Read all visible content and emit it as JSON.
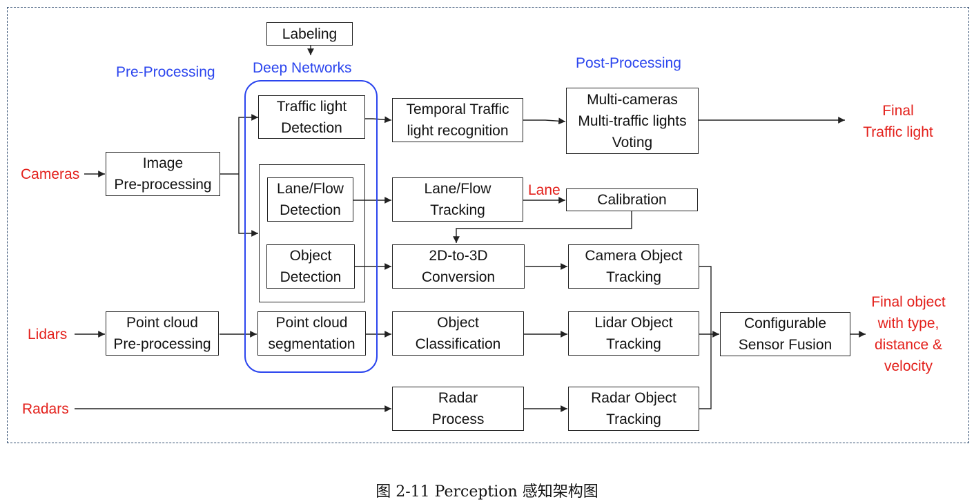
{
  "section_labels": {
    "pre_processing": "Pre-Processing",
    "deep_networks": "Deep Networks",
    "post_processing": "Post-Processing"
  },
  "inputs": {
    "cameras": "Cameras",
    "lidars": "Lidars",
    "radars": "Radars"
  },
  "outputs": {
    "final_traffic_light": "Final\nTraffic light",
    "final_object": "Final object\nwith type,\ndistance &\nvelocity",
    "lane": "Lane"
  },
  "blocks": {
    "labeling": "Labeling",
    "image_preprocessing": "Image\nPre-processing",
    "point_cloud_preprocessing": "Point cloud\nPre-processing",
    "traffic_light_detection": "Traffic light\nDetection",
    "lane_flow_detection": "Lane/Flow\nDetection",
    "object_detection": "Object\nDetection",
    "point_cloud_segmentation": "Point cloud\nsegmentation",
    "temporal_traffic_light": "Temporal Traffic\nlight recognition",
    "lane_flow_tracking": "Lane/Flow\nTracking",
    "conversion_2d_3d": "2D-to-3D\nConversion",
    "object_classification": "Object\nClassification",
    "radar_process": "Radar\nProcess",
    "multi_cameras_voting": "Multi-cameras\nMulti-traffic lights\nVoting",
    "calibration": "Calibration",
    "camera_object_tracking": "Camera Object\nTracking",
    "lidar_object_tracking": "Lidar Object\nTracking",
    "radar_object_tracking": "Radar Object\nTracking",
    "sensor_fusion": "Configurable\nSensor Fusion"
  },
  "colors": {
    "section_label": "#2b45ee",
    "io_label": "#e3201b",
    "frame_border": "#2e4a6e"
  },
  "caption": "图 2-11 Perception 感知架构图"
}
